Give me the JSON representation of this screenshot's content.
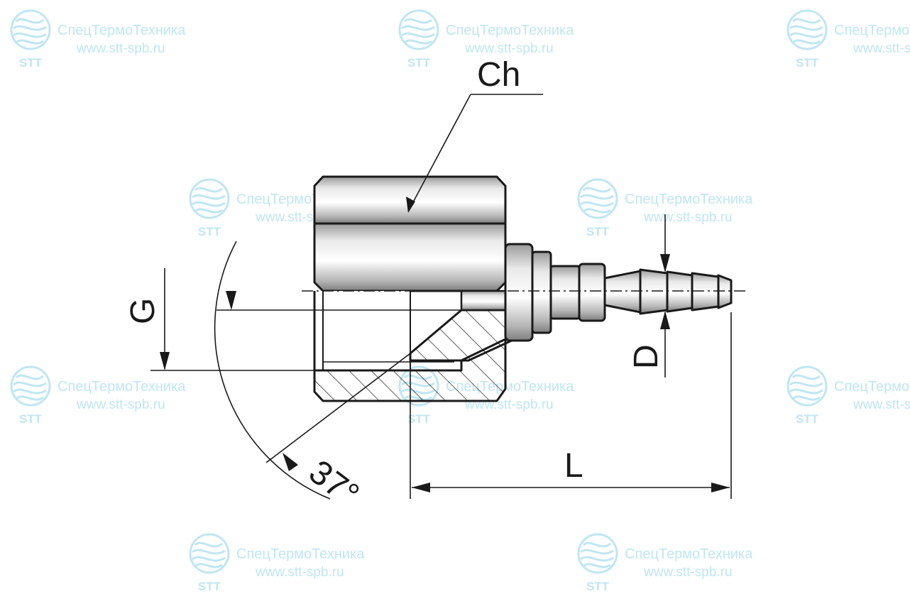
{
  "watermark": {
    "brand": "СпецТермоТехника",
    "url": "www.stt-spb.ru",
    "logo_text": "STT",
    "color": "#bfe6f3"
  },
  "labels": {
    "hex_size": "Ch",
    "thread": "G",
    "diameter": "D",
    "length": "L",
    "angle": "37°"
  },
  "colors": {
    "outline": "#1a1a1a",
    "metal_light": "#f2f2f2",
    "metal_dark": "#8c8c8c"
  }
}
